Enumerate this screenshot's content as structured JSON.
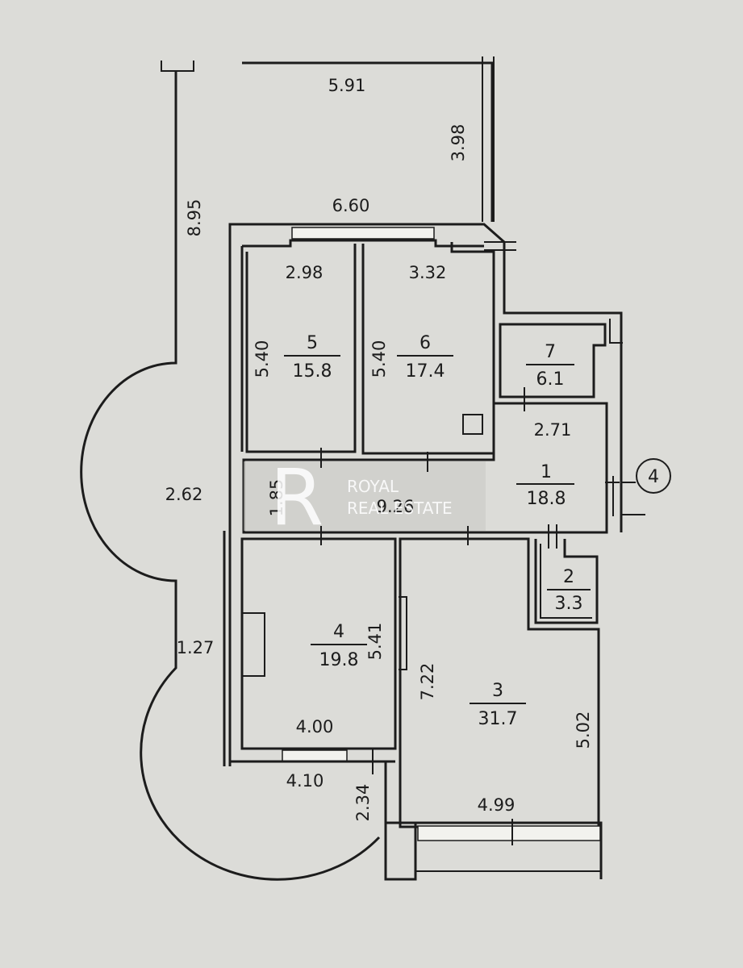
{
  "rooms": [
    {
      "number": "1",
      "area": "18.8"
    },
    {
      "number": "2",
      "area": "3.3"
    },
    {
      "number": "3",
      "area": "31.7"
    },
    {
      "number": "4",
      "area": "19.8"
    },
    {
      "number": "5",
      "area": "15.8"
    },
    {
      "number": "6",
      "area": "17.4"
    },
    {
      "number": "7",
      "area": "6.1"
    }
  ],
  "dimensions": {
    "loggia_top": "5.91",
    "loggia_side": "3.98",
    "balcony_length": "8.95",
    "top_wall": "6.60",
    "room5_width": "2.98",
    "room6_width": "3.32",
    "room5_depth": "5.40",
    "room6_depth": "5.40",
    "corridor_width": "2.71",
    "balcony_mid": "2.62",
    "corridor_depth": "1.85",
    "corridor_length": "9.26",
    "balcony_lower": "1.27",
    "room4_depth": "5.41",
    "room3_depth": "7.22",
    "room3_side": "5.02",
    "room4_width": "4.00",
    "room4_outer": "4.10",
    "step": "2.34",
    "room3_width": "4.99"
  },
  "section_marker": "4",
  "watermark": {
    "monogram": "R",
    "line1": "ROYAL",
    "line2": "REAL ESTATE"
  }
}
